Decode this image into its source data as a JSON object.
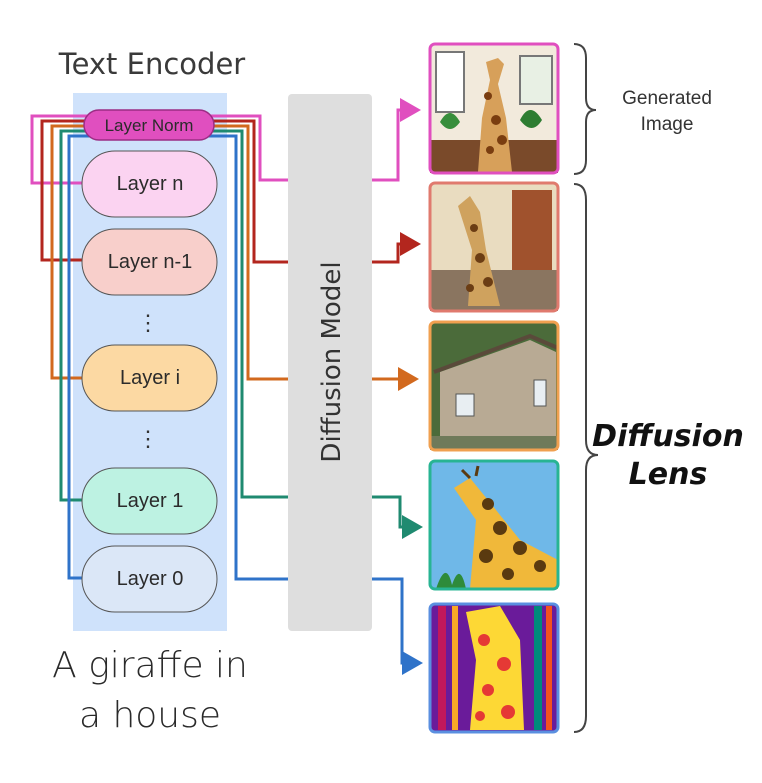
{
  "encoder": {
    "title": "Text Encoder",
    "layer_norm": "Layer Norm",
    "layers": [
      "Layer n",
      "Layer n-1",
      "Layer i",
      "Layer 1",
      "Layer 0"
    ],
    "ellipsis_1": "⋮",
    "ellipsis_2": "⋮"
  },
  "diffusion_model": {
    "label": "Diffusion Model"
  },
  "labels": {
    "generated_line1": "Generated",
    "generated_line2": "Image",
    "lens_line1": "Diffusion",
    "lens_line2": "Lens"
  },
  "prompt": {
    "line1": "A giraffe in",
    "line2": "a house"
  },
  "colors": {
    "layer_norm": "#e04fbf",
    "layer_n": "#e04fbf",
    "layer_n_minus_1": "#b3261e",
    "layer_i": "#d2691e",
    "layer_1": "#1f8a70",
    "layer_0": "#2f73c9",
    "encoder_panel": "#cfe2fb",
    "diffusion_panel": "#dedede"
  }
}
